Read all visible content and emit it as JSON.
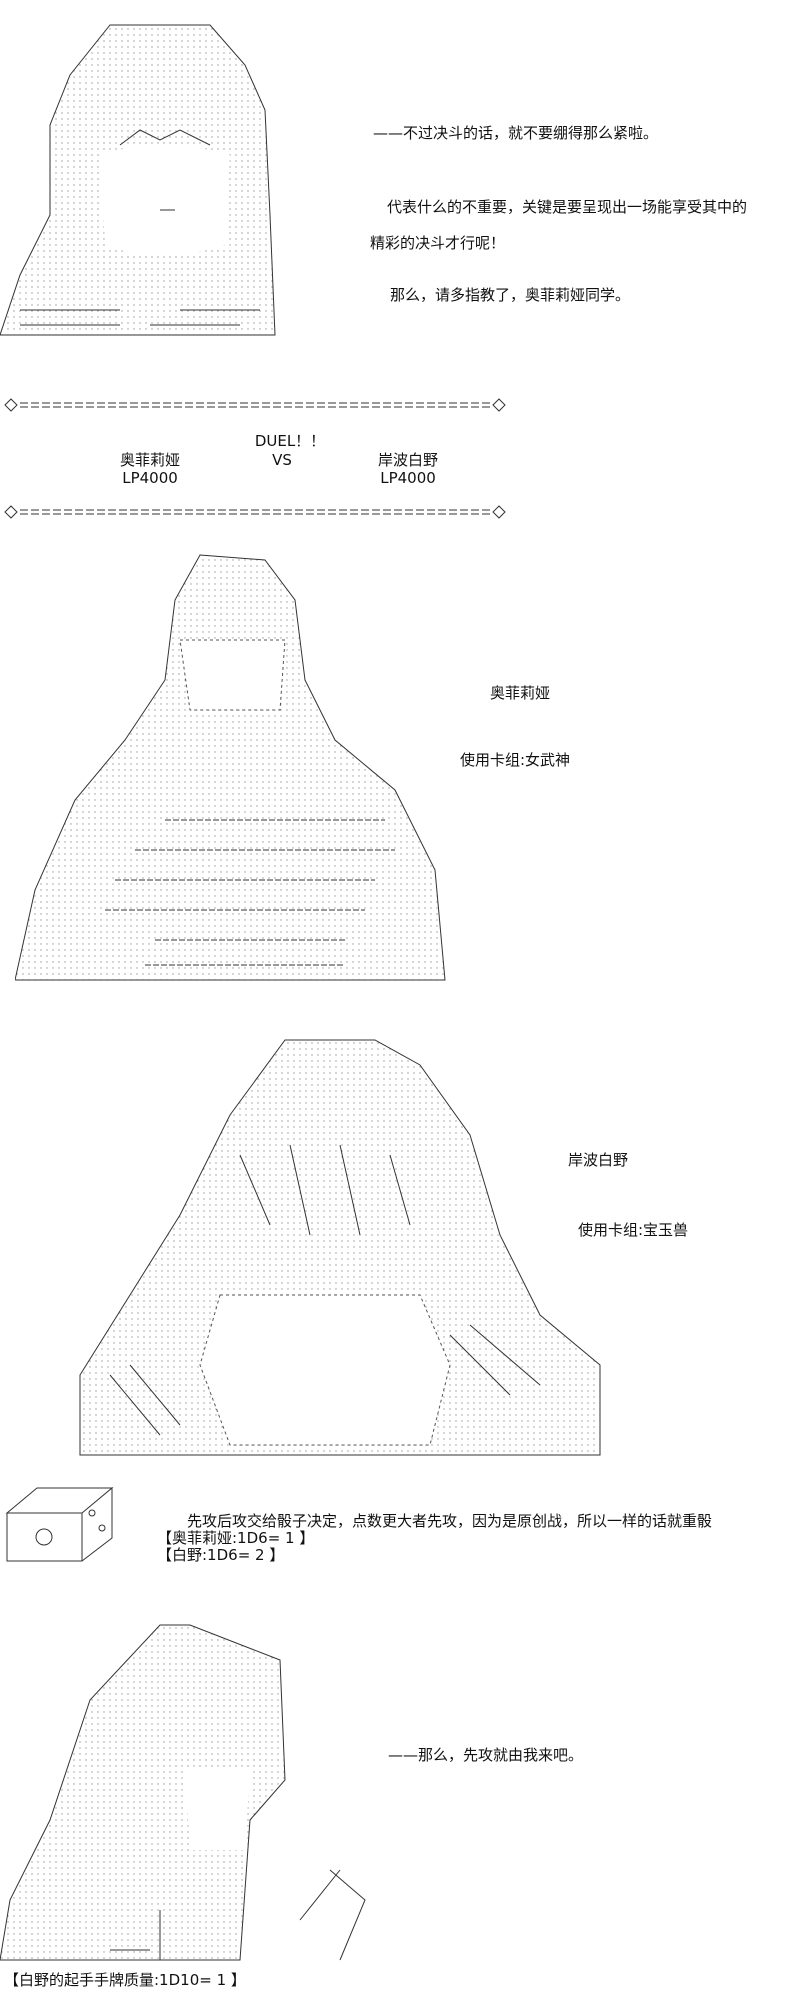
{
  "panel1": {
    "lines": [
      "——不过决斗的话，就不要绷得那么紧啦。",
      "代表什么的不重要，关键是要呈现出一场能享受其中的",
      "精彩的决斗才行呢！",
      "那么，请多指教了，奥菲莉娅同学。"
    ]
  },
  "duel_header": {
    "title": "DUEL！！",
    "vs": "VS",
    "player1": {
      "name": "奥菲莉娅",
      "lp": "LP4000"
    },
    "player2": {
      "name": "岸波白野",
      "lp": "LP4000"
    }
  },
  "player1_panel": {
    "name": "奥菲莉娅",
    "deck": "使用卡组:女武神"
  },
  "player2_panel": {
    "name": "岸波白野",
    "deck": "使用卡组:宝玉兽"
  },
  "dice": {
    "rule": "先攻后攻交给骰子决定，点数更大者先攻，因为是原创战，所以一样的话就重骰",
    "roll1": "【奥菲莉娅:1D6= 1 】",
    "roll2": "【白野:1D6= 2 】"
  },
  "panel4": {
    "line": "——那么，先攻就由我来吧。",
    "hand_quality": "【白野的起手手牌质量:1D10= 1 】"
  }
}
